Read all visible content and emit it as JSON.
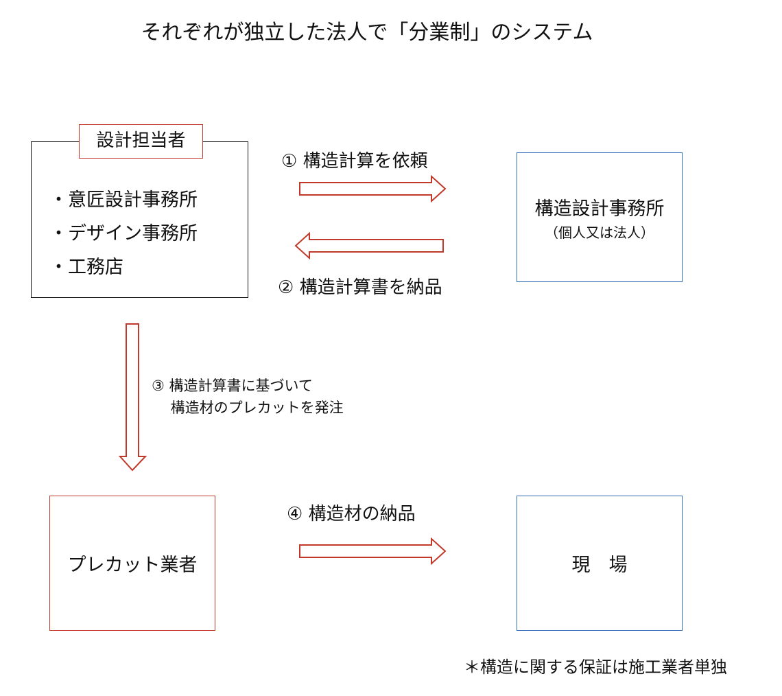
{
  "title": "それぞれが独立した法人で「分業制」のシステム",
  "designer": {
    "label": "設計担当者",
    "items": [
      "・意匠設計事務所",
      "・デザイン事務所",
      "・工務店"
    ]
  },
  "structural_office": {
    "name": "構造設計事務所",
    "sub": "（個人又は法人）"
  },
  "precut": {
    "name": "プレカット業者"
  },
  "site": {
    "name": "現　場"
  },
  "steps": {
    "step1": "① 構造計算を依頼",
    "step2": "② 構造計算書を納品",
    "step3_line1": "③ 構造計算書に基づいて",
    "step3_line2": "　 構造材のプレカットを発注",
    "step4": "④ 構造材の納品"
  },
  "note": "＊構造に関する保証は施工業者単独",
  "colors": {
    "arrow": "#c0392b",
    "blue_box": "#2e6db4",
    "red_box": "#c0392b"
  }
}
